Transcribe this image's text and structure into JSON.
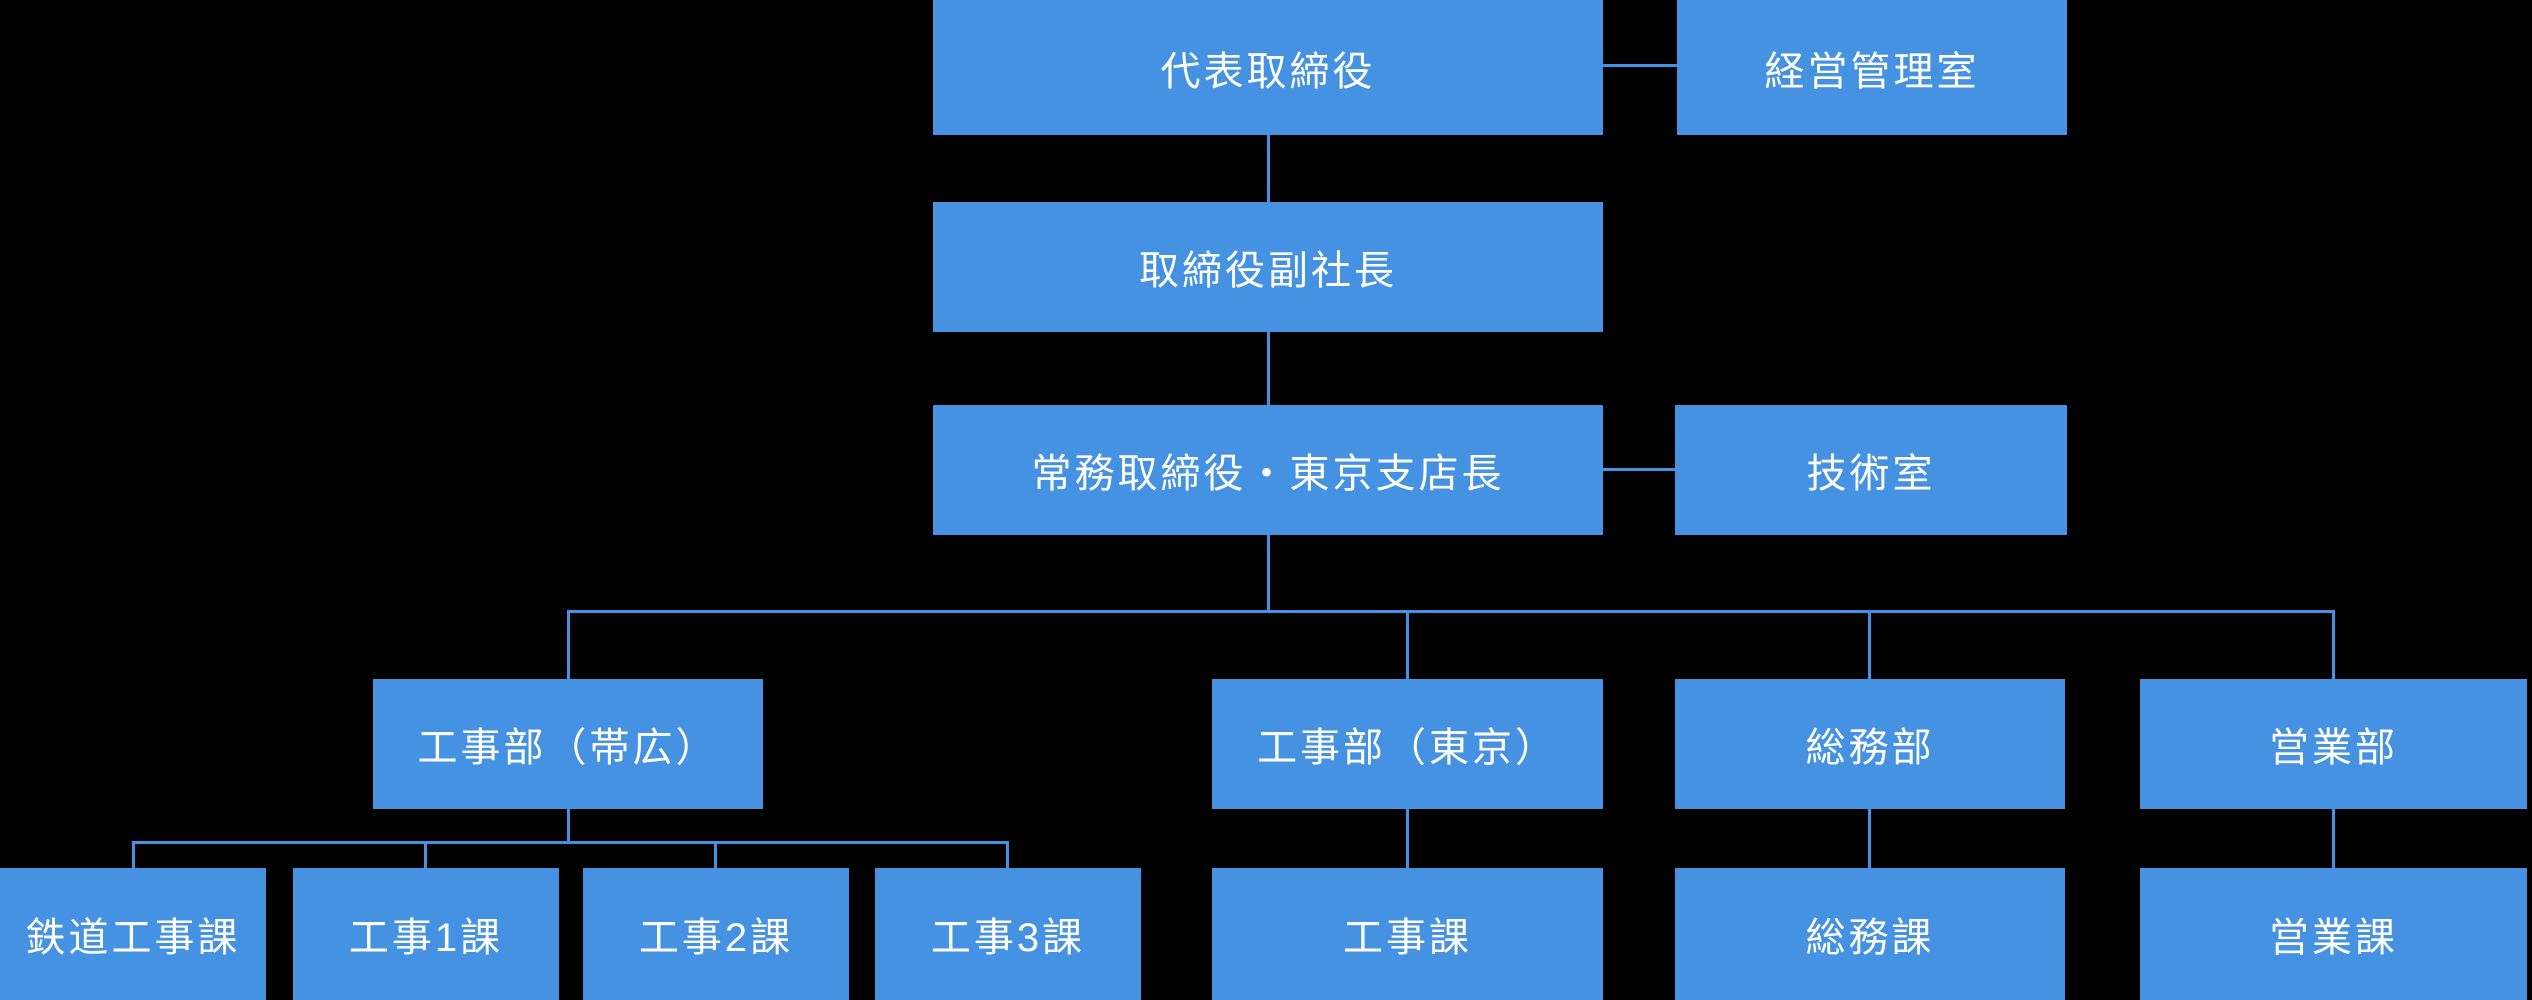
{
  "org_chart": {
    "nodes": {
      "president": {
        "label": "代表取締役"
      },
      "management_office": {
        "label": "経営管理室"
      },
      "vice_president": {
        "label": "取締役副社長"
      },
      "managing_director": {
        "label": "常務取締役・東京支店長"
      },
      "technical_office": {
        "label": "技術室"
      },
      "dept_obihiro": {
        "label": "工事部（帯広）"
      },
      "dept_tokyo": {
        "label": "工事部（東京）"
      },
      "dept_general_affairs": {
        "label": "総務部"
      },
      "dept_sales": {
        "label": "営業部"
      },
      "sec_railway": {
        "label": "鉄道工事課"
      },
      "sec_construction_1": {
        "label": "工事1課"
      },
      "sec_construction_2": {
        "label": "工事2課"
      },
      "sec_construction_3": {
        "label": "工事3課"
      },
      "sec_construction": {
        "label": "工事課"
      },
      "sec_general_affairs": {
        "label": "総務課"
      },
      "sec_sales": {
        "label": "営業課"
      }
    },
    "colors": {
      "box_fill": "#4592e2",
      "box_text": "#ffffff",
      "connector": "#4490e4",
      "background": "#000000"
    }
  }
}
